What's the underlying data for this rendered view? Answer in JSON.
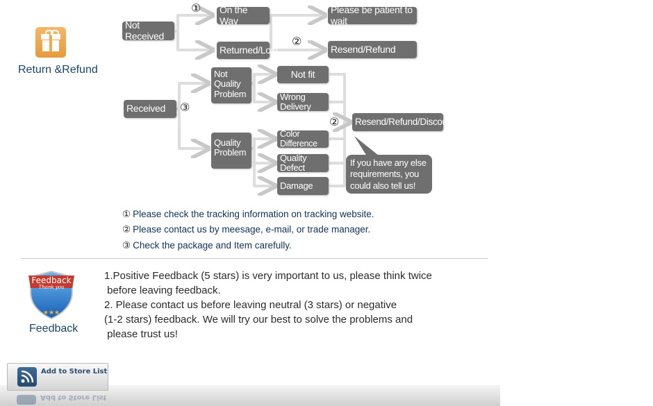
{
  "return_section": {
    "title": "Return &Refund",
    "icon": "gift-icon"
  },
  "flowchart": {
    "nodes": {
      "not_received": "Not Received",
      "on_the_way": "On the Way",
      "returned_lost": "Returned/Lost",
      "please_wait": "Please be patient to wait",
      "resend_refund": "Resend/Refund",
      "received": "Received",
      "not_quality_problem": "Not\nQuality\nProblem",
      "quality_problem": "Quality\nProblem",
      "not_fit": "Not fit",
      "wrong_delivery": "Wrong Delivery",
      "color_difference": "Color Difference",
      "quality_defect": "Quality Defect",
      "damage": "Damage",
      "resend_refund_discount": "Resend/Refund/Discount"
    },
    "bubble": "If you have any else requirements, you could also tell us!",
    "markers": {
      "m1": "①",
      "m2_top": "②",
      "m3": "③",
      "m2_right": "②"
    }
  },
  "notes": [
    {
      "num": "①",
      "text": "Please check the tracking information on tracking website."
    },
    {
      "num": "②",
      "text": "Please contact us by meesage, e-mail, or trade manager."
    },
    {
      "num": "③",
      "text": "Check the package and Item carefully."
    }
  ],
  "feedback_section": {
    "title": "Feedback",
    "badge_title": "Feedback",
    "badge_subtitle": "Thank you",
    "lines": [
      "1.Positive Feedback (5 stars) is very important to us, please think twice",
      " before leaving feedback.",
      "2. Please contact us before leaving neutral (3 stars) or negative",
      "(1-2 stars) feedback. We will try our best to solve the problems and",
      " please trust us!"
    ]
  },
  "store_button": {
    "label": "Add to Store List",
    "icon": "rss-icon"
  },
  "colors": {
    "node_bg": "#6f6f6f",
    "connector": "#d9d9d9",
    "title_blue": "#1b4466",
    "gift_orange": "#e79a3c"
  }
}
